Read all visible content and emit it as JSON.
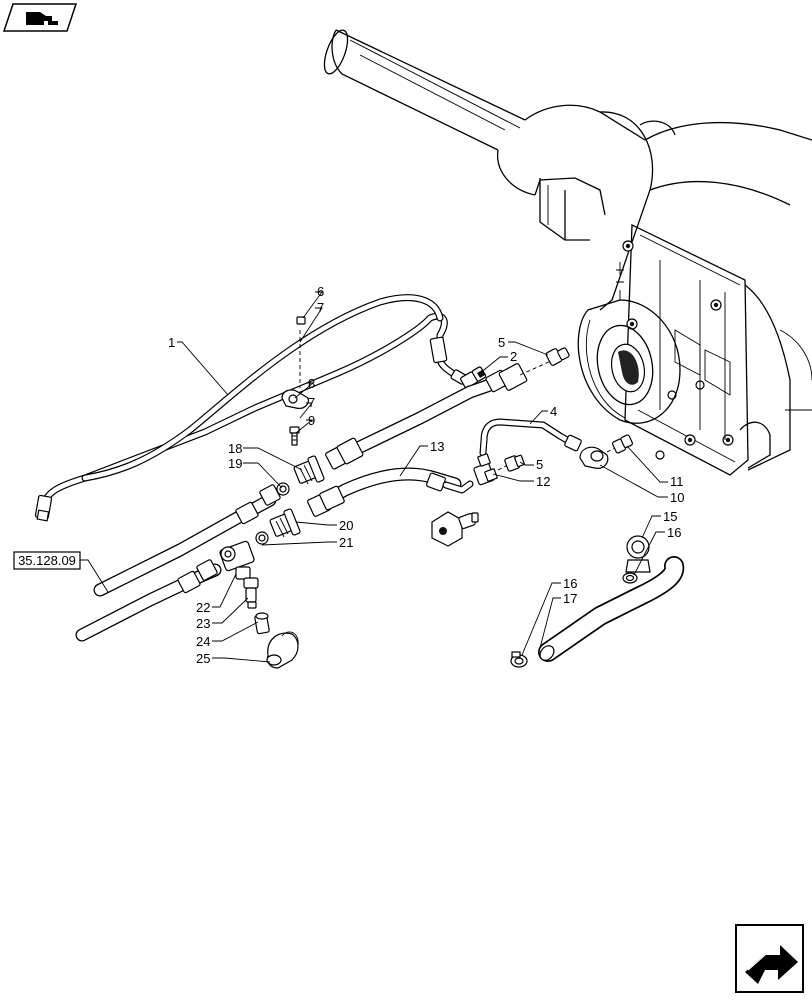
{
  "reference_box": {
    "label": "35.128.09"
  },
  "callouts": [
    {
      "id": "c1",
      "text": "1"
    },
    {
      "id": "c2",
      "text": "2"
    },
    {
      "id": "c4",
      "text": "4"
    },
    {
      "id": "c5a",
      "text": "5"
    },
    {
      "id": "c5b",
      "text": "5"
    },
    {
      "id": "c6",
      "text": "6"
    },
    {
      "id": "c7a",
      "text": "7"
    },
    {
      "id": "c7b",
      "text": "7"
    },
    {
      "id": "c8",
      "text": "8"
    },
    {
      "id": "c9",
      "text": "9"
    },
    {
      "id": "c10",
      "text": "10"
    },
    {
      "id": "c11",
      "text": "11"
    },
    {
      "id": "c12",
      "text": "12"
    },
    {
      "id": "c13",
      "text": "13"
    },
    {
      "id": "c15",
      "text": "15"
    },
    {
      "id": "c16a",
      "text": "16"
    },
    {
      "id": "c16b",
      "text": "16"
    },
    {
      "id": "c17",
      "text": "17"
    },
    {
      "id": "c18",
      "text": "18"
    },
    {
      "id": "c19",
      "text": "19"
    },
    {
      "id": "c20",
      "text": "20"
    },
    {
      "id": "c21",
      "text": "21"
    },
    {
      "id": "c22",
      "text": "22"
    },
    {
      "id": "c23",
      "text": "23"
    },
    {
      "id": "c24",
      "text": "24"
    },
    {
      "id": "c25",
      "text": "25"
    }
  ],
  "icons": {
    "top_left": "book-pointing-hand-icon",
    "bottom_right": "next-page-arrow-icon"
  }
}
